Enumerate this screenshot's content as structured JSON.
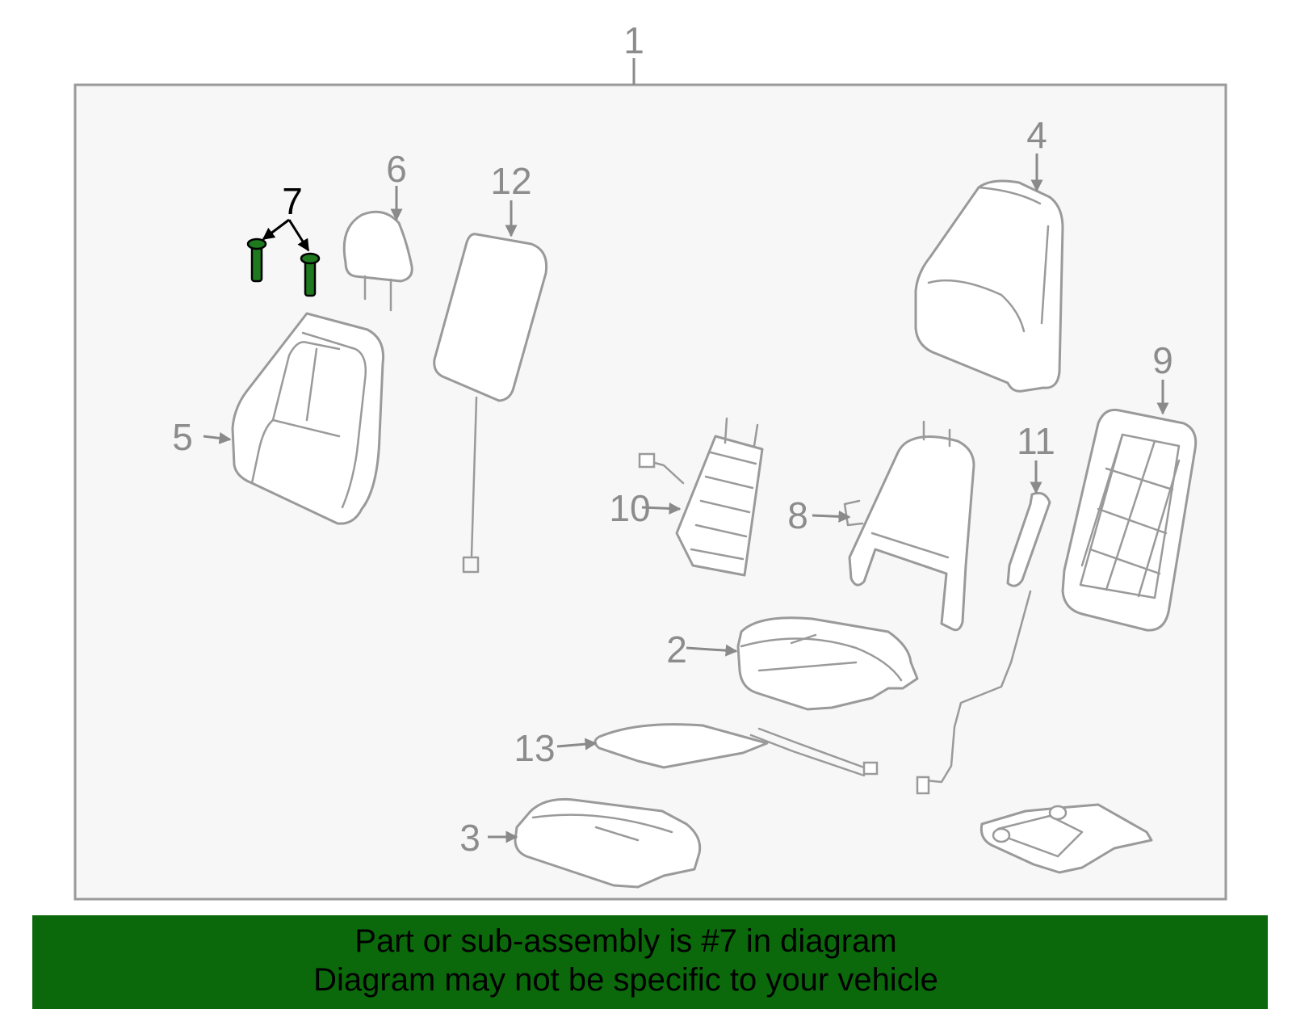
{
  "diagram": {
    "assembly_callout": "1",
    "highlight_color": "#0b690b",
    "callouts": [
      {
        "id": "2",
        "highlighted": false
      },
      {
        "id": "3",
        "highlighted": false
      },
      {
        "id": "4",
        "highlighted": false
      },
      {
        "id": "5",
        "highlighted": false
      },
      {
        "id": "6",
        "highlighted": false
      },
      {
        "id": "7",
        "highlighted": true
      },
      {
        "id": "8",
        "highlighted": false
      },
      {
        "id": "9",
        "highlighted": false
      },
      {
        "id": "10",
        "highlighted": false
      },
      {
        "id": "11",
        "highlighted": false
      },
      {
        "id": "12",
        "highlighted": false
      },
      {
        "id": "13",
        "highlighted": false
      }
    ]
  },
  "banner": {
    "line1": "Part or sub-assembly is #7 in diagram",
    "line2": "Diagram may not be specific to your vehicle",
    "background": "#0b690b"
  }
}
